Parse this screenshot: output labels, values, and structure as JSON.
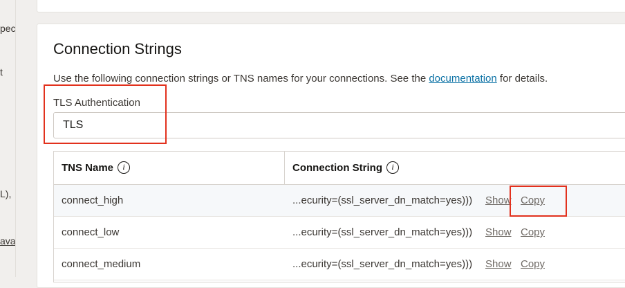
{
  "left_strip": {
    "fragments": [
      "pec",
      "t",
      "L),",
      "ava"
    ]
  },
  "section": {
    "title": "Connection Strings",
    "description_before": "Use the following connection strings or TNS names for your connections. See the ",
    "description_link": "documentation",
    "description_after": " for details."
  },
  "tls": {
    "label": "TLS Authentication",
    "value": "TLS"
  },
  "table": {
    "headers": {
      "tns_name": "TNS Name",
      "connection_string": "Connection String"
    },
    "info_glyph": "i",
    "rows": [
      {
        "tns_name": "connect_high",
        "connection_string": "...ecurity=(ssl_server_dn_match=yes)))",
        "show": "Show",
        "copy": "Copy"
      },
      {
        "tns_name": "connect_low",
        "connection_string": "...ecurity=(ssl_server_dn_match=yes)))",
        "show": "Show",
        "copy": "Copy"
      },
      {
        "tns_name": "connect_medium",
        "connection_string": "...ecurity=(ssl_server_dn_match=yes)))",
        "show": "Show",
        "copy": "Copy"
      }
    ]
  },
  "colors": {
    "highlight": "#e2311d",
    "link": "#0e73a6",
    "background": "#f1efed"
  },
  "icons": {
    "info": "info-icon"
  }
}
